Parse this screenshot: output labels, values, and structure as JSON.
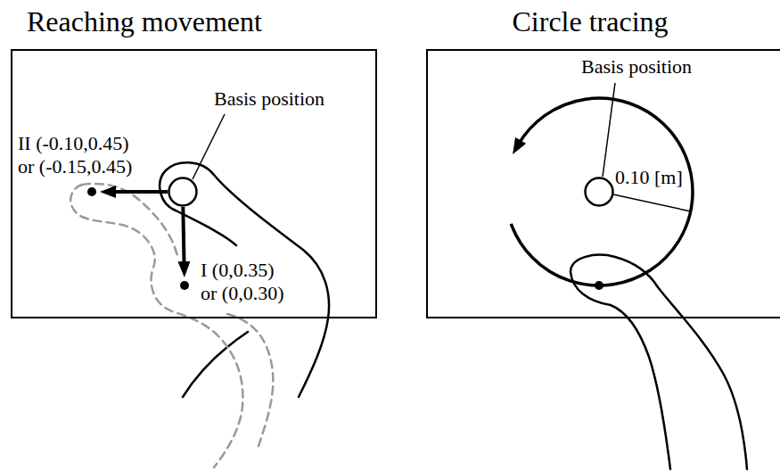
{
  "diagram": {
    "nodes": [
      {
        "text": [
          "Reaching movement"
        ]
      },
      {
        "text": [
          "Basis position"
        ],
        "in": 0
      },
      {
        "text": [
          "II (-0.10,0.45) or (-0.15,0.45)"
        ],
        "in": 0
      },
      {
        "text": [
          "I (0,0.35) or (0,0.30)"
        ],
        "in": 0
      },
      {
        "text": [
          "Circle tracing"
        ]
      },
      {
        "text": [
          "Basis position"
        ],
        "in": 4
      }
    ],
    "edges": [
      {
        "from": 1,
        "to": 2,
        "arrow": "to"
      },
      {
        "from": 1,
        "to": 3,
        "arrow": "to"
      }
    ],
    "labels": [
      "0.10 [m]"
    ]
  }
}
